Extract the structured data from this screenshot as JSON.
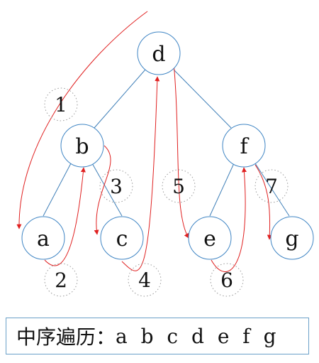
{
  "tree": {
    "nodes": [
      {
        "id": "d",
        "label": "d"
      },
      {
        "id": "b",
        "label": "b"
      },
      {
        "id": "f",
        "label": "f"
      },
      {
        "id": "a",
        "label": "a"
      },
      {
        "id": "c",
        "label": "c"
      },
      {
        "id": "e",
        "label": "e"
      },
      {
        "id": "g",
        "label": "g"
      }
    ],
    "edges": [
      [
        "d",
        "b"
      ],
      [
        "d",
        "f"
      ],
      [
        "b",
        "a"
      ],
      [
        "b",
        "c"
      ],
      [
        "f",
        "e"
      ],
      [
        "f",
        "g"
      ]
    ]
  },
  "steps": [
    "1",
    "2",
    "3",
    "4",
    "5",
    "6",
    "7"
  ],
  "caption": {
    "prefix": "中序遍历：",
    "sequence": "a b c d e f g"
  },
  "colors": {
    "node_stroke": "#3f85c4",
    "edge": "#3f7fb8",
    "traversal_path": "#e02020",
    "step_circle": "#9a9a9a"
  }
}
